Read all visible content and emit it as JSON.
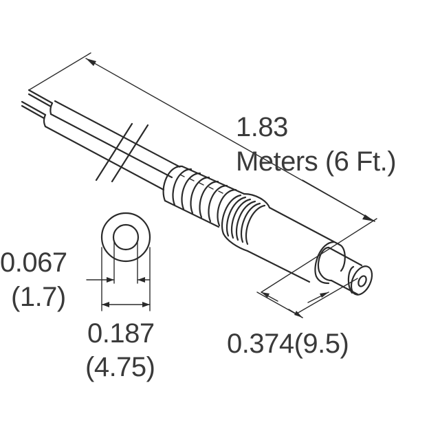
{
  "drawing": {
    "subject": "DC power plug cable assembly",
    "length_dimension": {
      "line1": "1.83",
      "line2": "Meters (6 Ft.)"
    },
    "inner_diameter": {
      "line1": "0.067",
      "line2": "(1.7)"
    },
    "outer_diameter": {
      "line1": "0.187",
      "line2": "(4.75)"
    },
    "plug_length": {
      "line1": "0.374(9.5)"
    },
    "colors": {
      "ink": "#2a2a2a",
      "text": "#3a3a3a",
      "background": "#ffffff"
    }
  }
}
